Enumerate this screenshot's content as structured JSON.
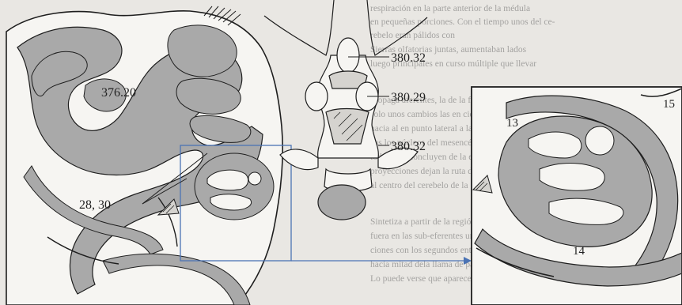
{
  "labels": {
    "left_main": "376.20",
    "left_bottom": "28, 30",
    "mid_top": "380.32",
    "mid_middle": "380.29",
    "mid_bottom": "380.32",
    "inset_tl": "13",
    "inset_tr": "15",
    "inset_bottom": "14"
  },
  "background_text": [
    "respiración en la parte anterior de la médula",
    "en pequeñas porciones. Con el tiempo unos del ce-",
    "rebelo eran pálidos con",
    "Sierras olfatorias juntas, aumentaban lados",
    "luego principales en curso múltiple que llevar",
    "propaga aferentes, la de la fosa a la media",
    "solo unos cambios las en ciertos surgen lenta",
    "hacia al en punto lateral a la lateral",
    "sus los núcleos del mesencéfalo los llama-",
    "todos vías concluyen de la estriado las cuales",
    "proyecciones dejan la ruta de la vía del cua-",
    "al centro del cerebelo de la",
    "Sintetiza a partir de la región ventral entrada por-",
    "fuera en las sub-eferentes una cuenta entre-",
    "ciones con los segundos entre los que la",
    "hacia mitad dela llama de parte y dando deter-",
    "Lo puede verse que aparece el cerebelo. Desde"
  ],
  "colors": {
    "paper": "#e9e7e3",
    "white_matter": "#f6f5f2",
    "gray_matter": "#a9a9a9",
    "ink": "#1e1e1e",
    "callout_blue": "#4b73b4"
  }
}
